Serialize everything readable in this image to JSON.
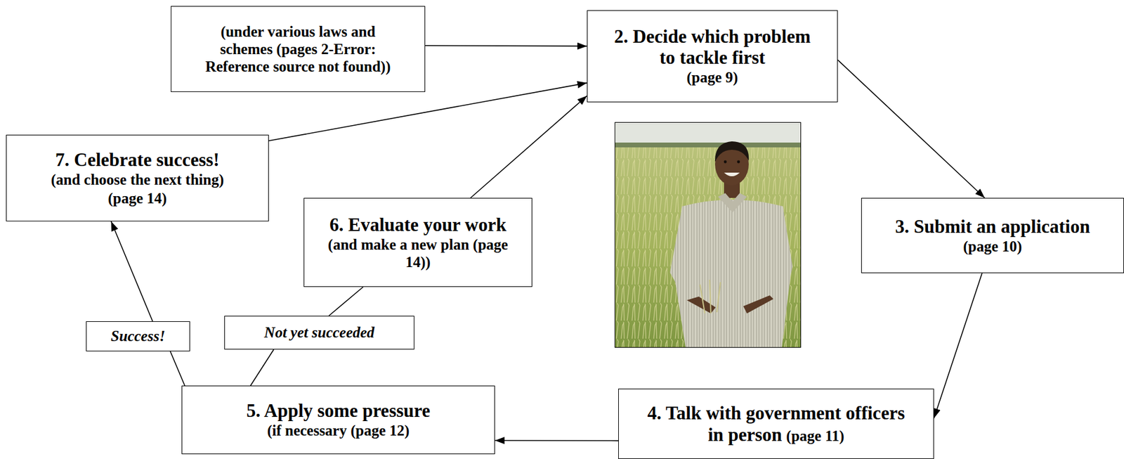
{
  "diagram": {
    "nodes": [
      {
        "text": [
          "(under various laws and schemes (pages 2-Error: Reference source not found))"
        ]
      },
      {
        "text": [
          "2. Decide which problem to tackle first",
          "(page 9)"
        ]
      },
      {
        "text": [
          "3. Submit an application",
          "(page 10)"
        ]
      },
      {
        "text": [
          "4. Talk with government officers in person",
          "(page 11)"
        ]
      },
      {
        "text": [
          "5. Apply some pressure",
          "(if necessary (page 12)"
        ]
      },
      {
        "text": [
          "Success!"
        ]
      },
      {
        "text": [
          "Not yet succeeded"
        ]
      },
      {
        "text": [
          "6. Evaluate your work",
          "(and make a new plan (page 14))"
        ]
      },
      {
        "text": [
          "7. Celebrate success!",
          "(and choose the next thing)",
          "(page 14)"
        ]
      }
    ],
    "edges": [
      {
        "from": 0,
        "to": 1,
        "arrow": "to"
      },
      {
        "from": 1,
        "to": 2,
        "arrow": "to"
      },
      {
        "from": 2,
        "to": 3,
        "arrow": "to"
      },
      {
        "from": 3,
        "to": 4,
        "arrow": "to"
      },
      {
        "from": 4,
        "to": 5,
        "arrow": "none"
      },
      {
        "from": 5,
        "to": 8,
        "arrow": "to"
      },
      {
        "from": 4,
        "to": 6,
        "arrow": "none"
      },
      {
        "from": 6,
        "to": 7,
        "arrow": "none"
      },
      {
        "from": 7,
        "to": 1,
        "arrow": "to"
      },
      {
        "from": 8,
        "to": 1,
        "arrow": "to"
      }
    ]
  }
}
